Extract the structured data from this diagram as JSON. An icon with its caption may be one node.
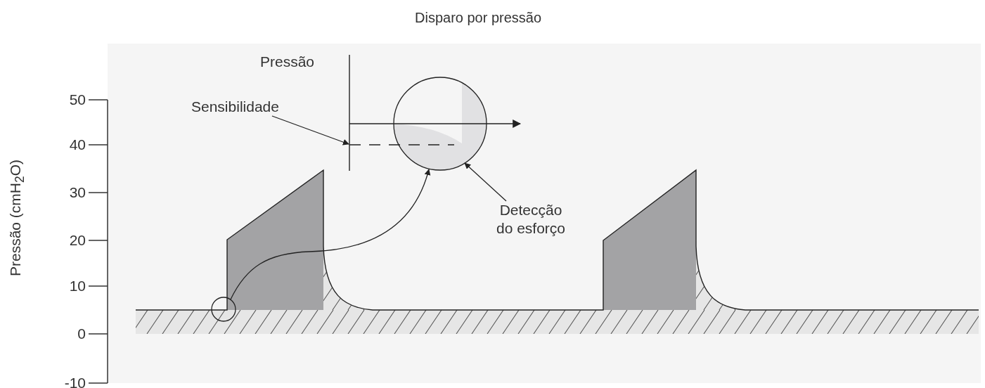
{
  "diagram": {
    "title": "Disparo por pressão",
    "nodes": [
      {
        "text": [
          "Sensibilidade"
        ]
      },
      {
        "text": [],
        "shape": "circle"
      },
      {
        "text": [
          "Detecção do esforço"
        ]
      },
      {
        "text": [],
        "shape": "circle"
      },
      {
        "text": [],
        "shape": "line"
      }
    ],
    "edges": [
      {
        "from": 0,
        "to": 4,
        "arrow": "to"
      },
      {
        "from": 2,
        "to": 1,
        "arrow": "to"
      },
      {
        "from": 3,
        "to": 1,
        "arrow": "to"
      }
    ],
    "labels": [
      "Pressão",
      "50",
      "40",
      "30",
      "20",
      "10",
      "0",
      "-10",
      "Pressão (cmH$_{2}$O)"
    ]
  }
}
